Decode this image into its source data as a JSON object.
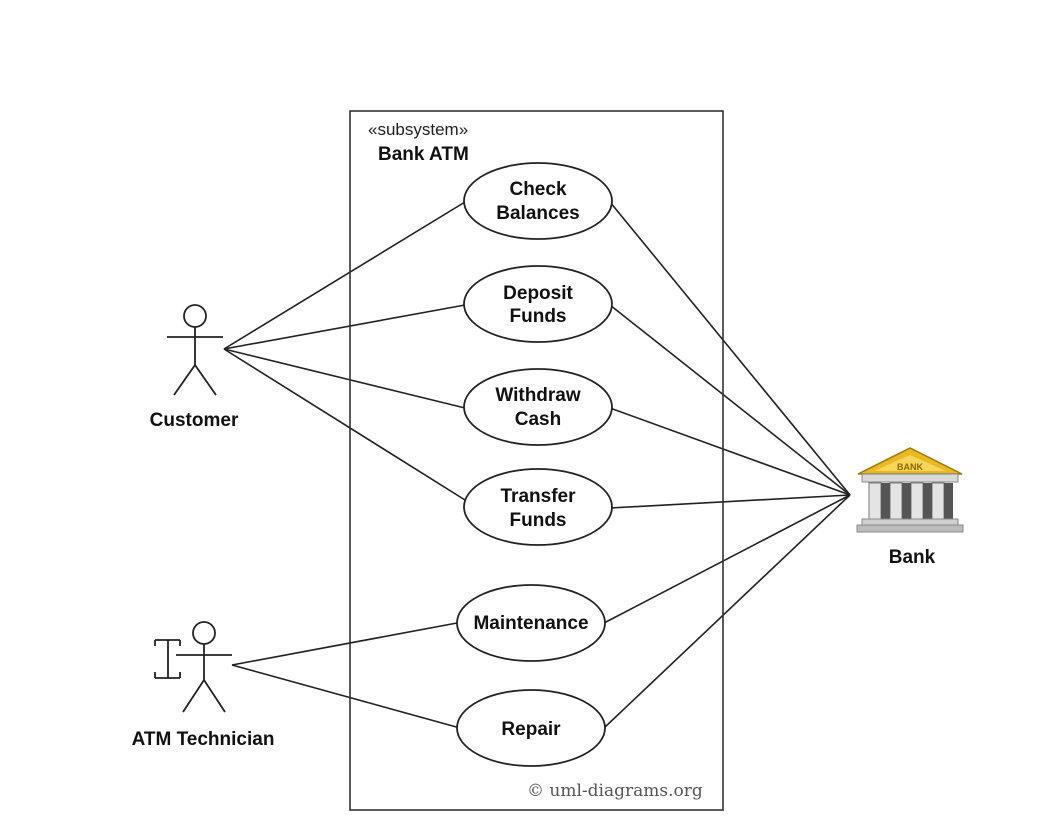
{
  "subsystem": {
    "stereotype": "«subsystem»",
    "name": "Bank ATM"
  },
  "actors": {
    "customer": "Customer",
    "technician": "ATM Technician",
    "bank": "Bank",
    "bank_sign": "BANK"
  },
  "use_cases": {
    "check_balances": [
      "Check",
      "Balances"
    ],
    "deposit_funds": [
      "Deposit",
      "Funds"
    ],
    "withdraw_cash": [
      "Withdraw",
      "Cash"
    ],
    "transfer_funds": [
      "Transfer",
      "Funds"
    ],
    "maintenance": [
      "Maintenance"
    ],
    "repair": [
      "Repair"
    ]
  },
  "copyright": "© uml-diagrams.org",
  "colors": {
    "line": "#222222",
    "bank_roof": "#e8b923",
    "bank_body": "#d9d9d9"
  }
}
